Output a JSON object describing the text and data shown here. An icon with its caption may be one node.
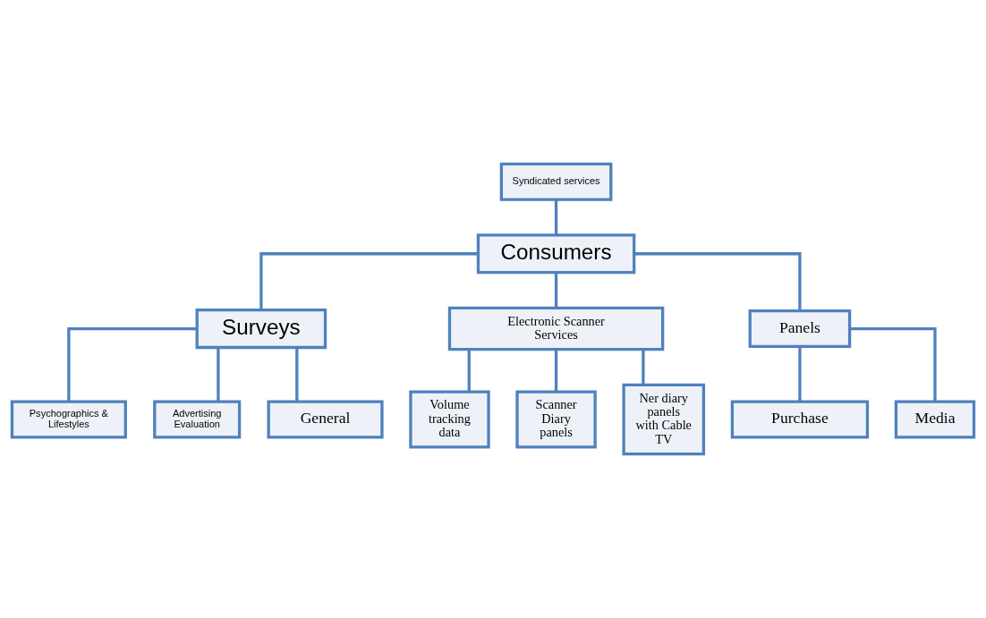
{
  "diagram": {
    "nodes": [
      {
        "text": [
          "Syndicated services"
        ]
      },
      {
        "text": [
          "Consumers"
        ]
      },
      {
        "text": [
          "Surveys"
        ]
      },
      {
        "text": [
          "Electronic Scanner Services"
        ]
      },
      {
        "text": [
          "Psychographics & Lifestyles"
        ]
      },
      {
        "text": [
          "Advertising Evaluation"
        ]
      },
      {
        "text": [
          "Volume tracking data"
        ]
      },
      {
        "text": [
          "Scanner Diary panels"
        ]
      },
      {
        "text": [
          "Ner diary panels with Cable TV"
        ]
      },
      {
        "text": [
          "General"
        ]
      },
      {
        "text": [
          "Panels"
        ]
      },
      {
        "text": [
          "Purchase"
        ]
      },
      {
        "text": [
          "Media"
        ]
      }
    ],
    "edges": [
      {
        "from": 0,
        "to": 1,
        "arrow": "none"
      },
      {
        "from": 1,
        "to": 2,
        "arrow": "none"
      },
      {
        "from": 1,
        "to": 10,
        "arrow": "none"
      },
      {
        "from": 1,
        "to": 3,
        "arrow": "none"
      },
      {
        "from": 2,
        "to": 4,
        "arrow": "none"
      },
      {
        "from": 2,
        "to": 9,
        "arrow": "none"
      },
      {
        "from": 2,
        "to": 5,
        "arrow": "none"
      },
      {
        "from": 3,
        "to": 6,
        "arrow": "none"
      },
      {
        "from": 3,
        "to": 7,
        "arrow": "none"
      },
      {
        "from": 3,
        "to": 8,
        "arrow": "none"
      },
      {
        "from": 10,
        "to": 11,
        "arrow": "none"
      },
      {
        "from": 10,
        "to": 12,
        "arrow": "none"
      }
    ]
  }
}
